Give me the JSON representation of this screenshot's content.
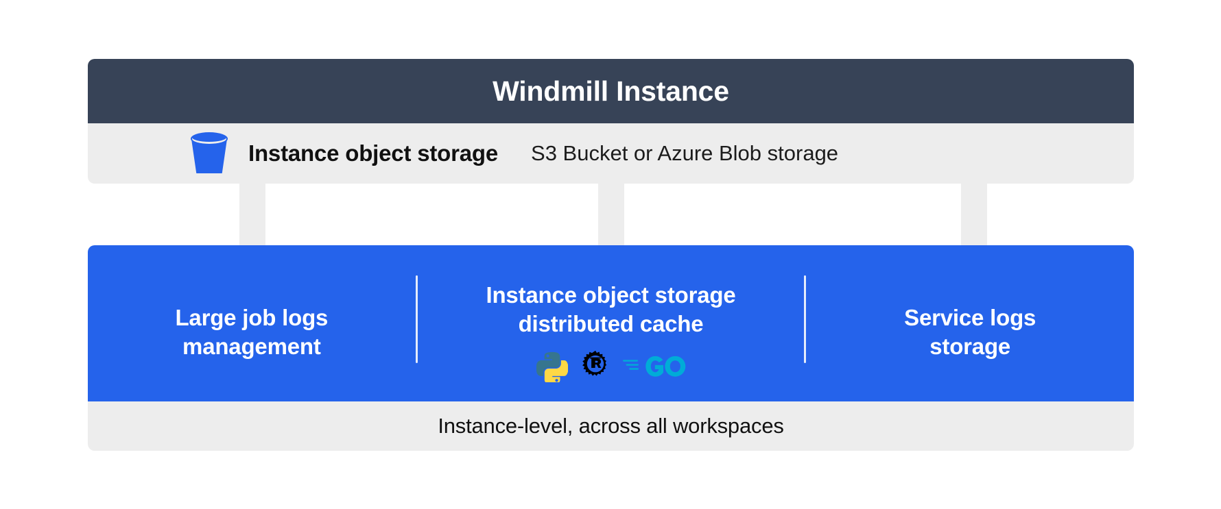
{
  "diagram": {
    "title": "Windmill Instance",
    "storage_row": {
      "icon": "bucket-icon",
      "label": "Instance object storage",
      "detail": "S3 Bucket or Azure Blob storage"
    },
    "columns": [
      {
        "id": "large-job-logs-management",
        "title": "Large job logs\nmanagement",
        "logos": []
      },
      {
        "id": "instance-object-storage-distributed-cache",
        "title": "Instance object storage\ndistributed cache",
        "logos": [
          "python-logo",
          "rust-logo",
          "go-logo"
        ]
      },
      {
        "id": "service-logs-storage",
        "title": "Service logs\nstorage",
        "logos": []
      }
    ],
    "footer": "Instance-level, across all workspaces",
    "colors": {
      "header_bg": "#374357",
      "strip_bg": "#ededed",
      "panel_bg": "#2563eb",
      "divider": "#e6ecfb",
      "text_light": "#ffffff",
      "text_dark": "#111111",
      "bucket": "#2563eb",
      "python_blue": "#36758f",
      "python_yellow": "#ffd845",
      "rust_black": "#000000",
      "go_cyan": "#00acd7"
    }
  }
}
